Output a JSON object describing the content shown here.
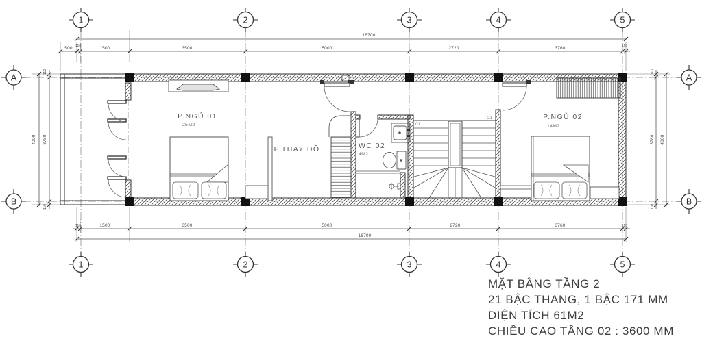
{
  "grid": {
    "cols": [
      "1",
      "2",
      "3",
      "4",
      "5"
    ],
    "rows": [
      "A",
      "B"
    ]
  },
  "dims": {
    "overall": "16700",
    "seg_500": "500",
    "seg_110": "110",
    "seg_1500": "1500",
    "seg_3500": "3500",
    "seg_5000": "5000",
    "seg_2720": "2720",
    "seg_3760": "3760",
    "v_overall": "4000",
    "v_inner": "3780",
    "v_end": "110"
  },
  "rooms": {
    "bed1": {
      "name": "P.NGỦ 01",
      "area": "25M2"
    },
    "dress": {
      "name": "P.THAY ĐỒ"
    },
    "wc": {
      "name": "WC 02",
      "area": "4M2"
    },
    "bed2": {
      "name": "P.NGỦ 02",
      "area": "14M2"
    }
  },
  "stairs": {
    "first": "01",
    "last": "21"
  },
  "title_block": {
    "line1": "MẶT BẰNG TẦNG 2",
    "line2": "21 BẬC THANG, 1 BẬC 171 MM",
    "line3": "DIỆN TÍCH 61M2",
    "line4": "CHIỀU CAO TẦNG 02 : 3600 MM"
  }
}
